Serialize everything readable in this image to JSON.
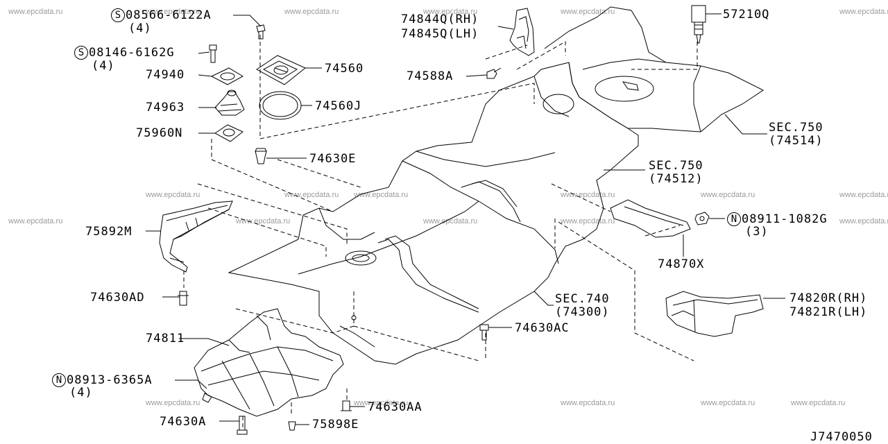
{
  "watermark": "www.epcdata.ru",
  "diagram_code": "J7470050",
  "labels": {
    "s1_mark": "S",
    "s1_part": "08566-6122A",
    "s1_qty": "(4)",
    "s2_mark": "S",
    "s2_part": "08146-6162G",
    "s2_qty": "(4)",
    "p74940": "74940",
    "p74963": "74963",
    "p75960n": "75960N",
    "p74560": "74560",
    "p74560j": "74560J",
    "p74630e": "74630E",
    "p74844q": "74844Q(RH)",
    "p74845q": "74845Q(LH)",
    "p74588a": "74588A",
    "p57210q": "57210Q",
    "sec750a_1": "SEC.750",
    "sec750a_2": "(74514)",
    "sec750b_1": "SEC.750",
    "sec750b_2": "(74512)",
    "n1_mark": "N",
    "n1_part": "08911-1082G",
    "n1_qty": "(3)",
    "p74870x": "74870X",
    "p75892m": "75892M",
    "p74630ad": "74630AD",
    "sec740_1": "SEC.740",
    "sec740_2": "(74300)",
    "p74820r": "74820R(RH)",
    "p74821r": "74821R(LH)",
    "p74630ac": "74630AC",
    "p74811": "74811",
    "n2_mark": "N",
    "n2_part": "08913-6365A",
    "n2_qty": "(4)",
    "p74630aa": "74630AA",
    "p74630a": "74630A",
    "p75898e": "75898E"
  }
}
